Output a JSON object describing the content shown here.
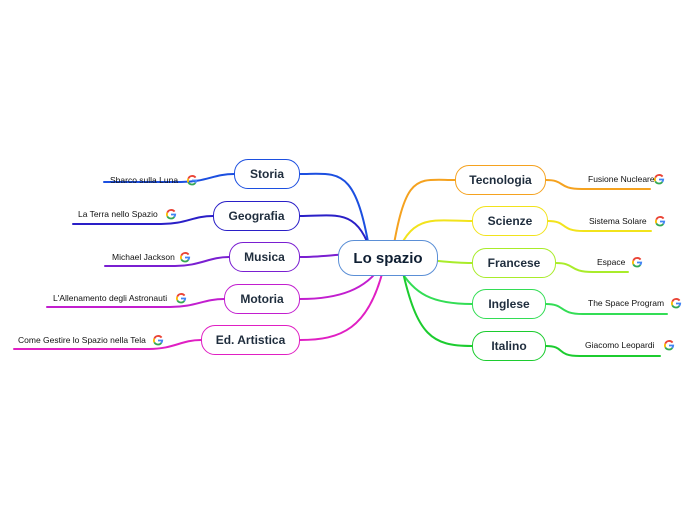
{
  "central": {
    "label": "Lo spazio"
  },
  "topics": [
    {
      "key": "storia",
      "label": "Storia",
      "color": "#1c4fe0",
      "sub": "Sbarco sulla Luna"
    },
    {
      "key": "geografia",
      "label": "Geografia",
      "color": "#2a1fc7",
      "sub": "La Terra nello Spazio"
    },
    {
      "key": "musica",
      "label": "Musica",
      "color": "#7a1fd1",
      "sub": "Michael Jackson"
    },
    {
      "key": "motoria",
      "label": "Motoria",
      "color": "#c21ecf",
      "sub": "L'Allenamento degli Astronauti"
    },
    {
      "key": "ed-artistica",
      "label": "Ed. Artistica",
      "color": "#e01fc3",
      "sub": "Come Gestire lo Spazio nella Tela"
    },
    {
      "key": "tecnologia",
      "label": "Tecnologia",
      "color": "#f5a21f",
      "sub": "Fusione Nucleare"
    },
    {
      "key": "scienze",
      "label": "Scienze",
      "color": "#f2e31c",
      "sub": "Sistema Solare"
    },
    {
      "key": "francese",
      "label": "Francese",
      "color": "#a9ec2a",
      "sub": "Espace"
    },
    {
      "key": "inglese",
      "label": "Inglese",
      "color": "#33dd55",
      "sub": "The Space Program"
    },
    {
      "key": "italino",
      "label": "Italino",
      "color": "#1ccc2f",
      "sub": "Giacomo Leopardi"
    }
  ],
  "icons": {
    "subtopic_link": "google-icon"
  }
}
